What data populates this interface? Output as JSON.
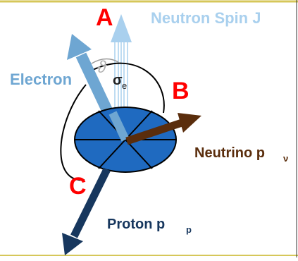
{
  "diagram": {
    "labels": {
      "a": "A",
      "b": "B",
      "c": "C",
      "neutron_spin": "Neutron Spin J",
      "electron": "Electron",
      "theta": "ϑ",
      "sigma": "σ",
      "sigma_sub": "e",
      "neutrino": "Neutrino p",
      "neutrino_sub": "ν",
      "proton": "Proton p",
      "proton_sub": "p"
    },
    "colors": {
      "red_letters": "#ff0000",
      "neutron_arrow": "#a9d0ee",
      "neutron_text": "#a9d0ee",
      "electron_arrow": "#6ea6d2",
      "electron_text": "#6ea6d2",
      "neutrino_arrow": "#5a2d0c",
      "neutrino_text": "#5a2d0c",
      "proton_arrow": "#17375e",
      "proton_text": "#17375e",
      "disk": "#1f6ac0",
      "frame": "#d6c75a"
    }
  }
}
